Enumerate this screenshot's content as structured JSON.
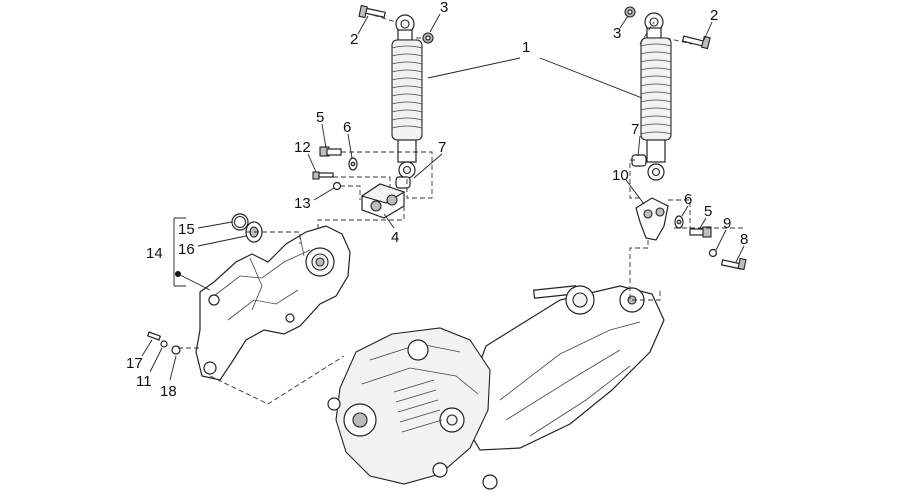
{
  "callouts": {
    "c1": "1",
    "c2_left": "2",
    "c2_right": "2",
    "c3_left": "3",
    "c3_right": "3",
    "c4": "4",
    "c5_left": "5",
    "c5_right": "5",
    "c6_left": "6",
    "c6_right": "6",
    "c7_left": "7",
    "c7_right": "7",
    "c8": "8",
    "c9": "9",
    "c10": "10",
    "c11": "11",
    "c12": "12",
    "c13": "13",
    "c14": "14",
    "c15": "15",
    "c16": "16",
    "c17": "17",
    "c18": "18"
  },
  "colors": {
    "line": "#222222",
    "background": "#ffffff"
  }
}
